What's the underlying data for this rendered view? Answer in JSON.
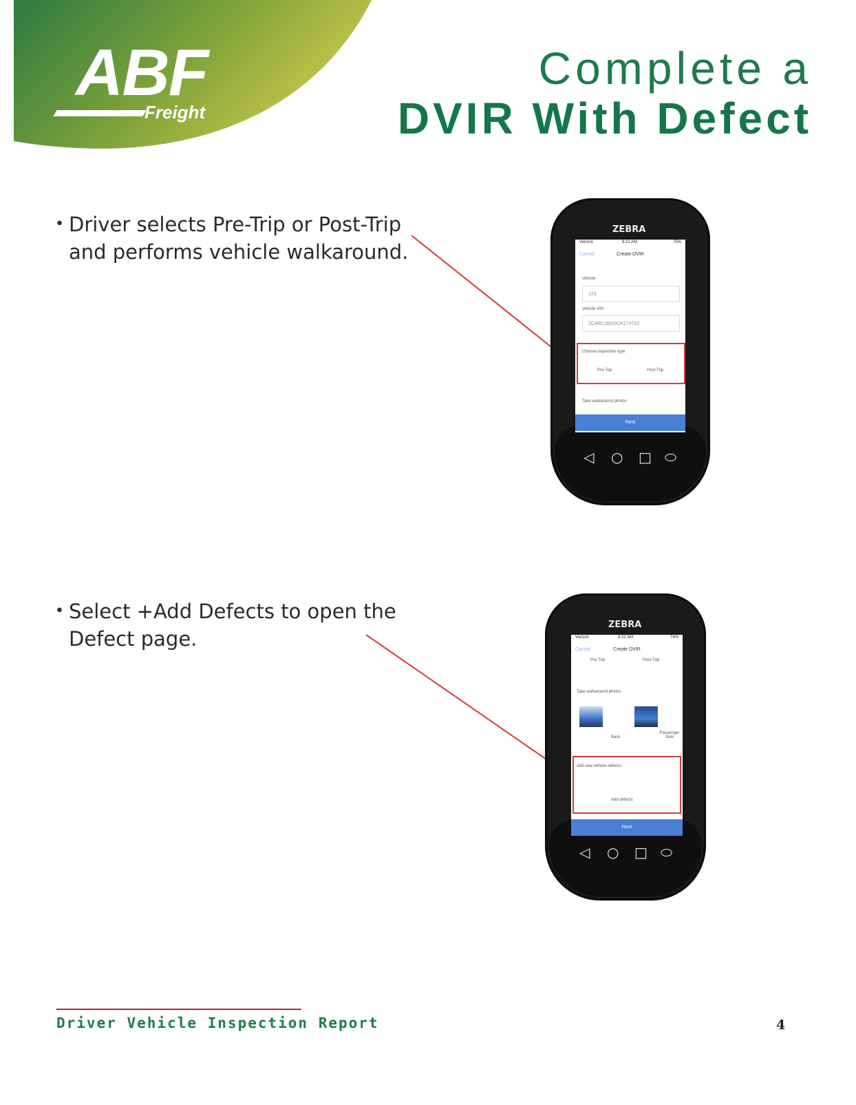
{
  "brand": {
    "logo_letters": "ABF",
    "logo_sub": "Freight"
  },
  "title": {
    "line1": "Complete a",
    "line2": "DVIR With Defect"
  },
  "steps": [
    {
      "text_line1": "Driver selects Pre-Trip or Post-Trip",
      "text_line2": "and performs vehicle walkaround."
    },
    {
      "text_line1": "Select +Add Defects to open the",
      "text_line2": "Defect page."
    }
  ],
  "phone1": {
    "brand": "ZEBRA",
    "status": {
      "carrier": "Verizon",
      "time": "9:21 AM",
      "battery": "75%"
    },
    "nav": {
      "cancel": "Cancel",
      "title": "Create DVIR"
    },
    "vehicle_label": "Vehicle",
    "vehicle_value": "123",
    "vin_label": "Vehicle VIN",
    "vin_value": "2C4RC1BG5CR174722",
    "inspection_label": "Choose inspection type",
    "pre_trip": "Pre-Trip",
    "post_trip": "Post-Trip",
    "walkaround_label": "Take walkaround photos",
    "next": "Next"
  },
  "phone2": {
    "brand": "ZEBRA",
    "status": {
      "carrier": "Verizon",
      "time": "9:22 AM",
      "battery": "74%"
    },
    "nav": {
      "cancel": "Cancel",
      "title": "Create DVIR"
    },
    "pre_trip": "Pre-Trip",
    "post_trip": "Post-Trip",
    "walkaround_label": "Take walkaround photos",
    "photo_back": "Back",
    "photo_passenger": "Passenger Side",
    "defects_label": "Add new vehicle defects",
    "add_defects": "Add defects",
    "next": "Next"
  },
  "footer": {
    "label": "Driver Vehicle Inspection Report",
    "page": "4"
  },
  "colors": {
    "brand_green": "#1e7a4d",
    "accent_red": "#d23c3c",
    "button_blue": "#4a7fd8"
  }
}
